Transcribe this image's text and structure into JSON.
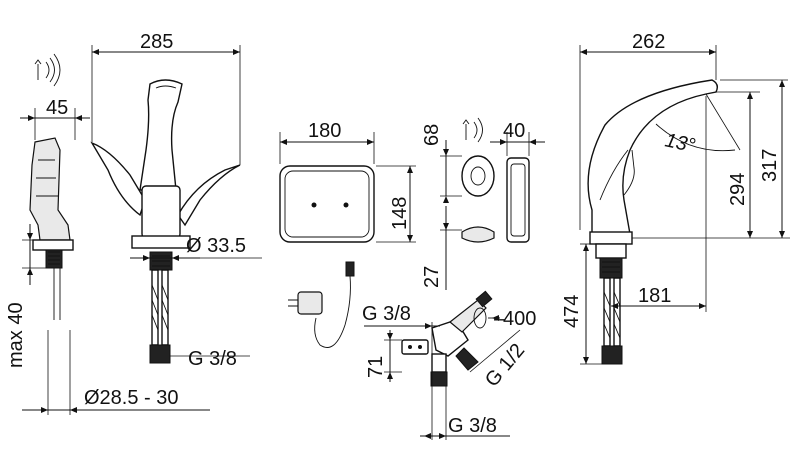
{
  "dimensions": {
    "front_width": "285",
    "sensor_offset": "45",
    "body_diameter": "Ø 33.5",
    "hose_thread_front": "G 3/8",
    "max_deck": "max 40",
    "hole_diameter": "Ø28.5 - 30",
    "plate_width": "180",
    "plate_height": "148",
    "sensor_height": "68",
    "sensor_depth": "40",
    "sensor_gap": "27",
    "valve_thread_top": "G 3/8",
    "cable_length": "400",
    "valve_height": "71",
    "valve_thread_side": "G 1/2",
    "valve_thread_bottom": "G 3/8",
    "side_width": "262",
    "spout_angle": "13°",
    "spout_height": "294",
    "total_height": "317",
    "below_deck": "474",
    "spout_reach": "181"
  },
  "icons": [
    "wireless-signal-icon",
    "wireless-signal-icon"
  ]
}
